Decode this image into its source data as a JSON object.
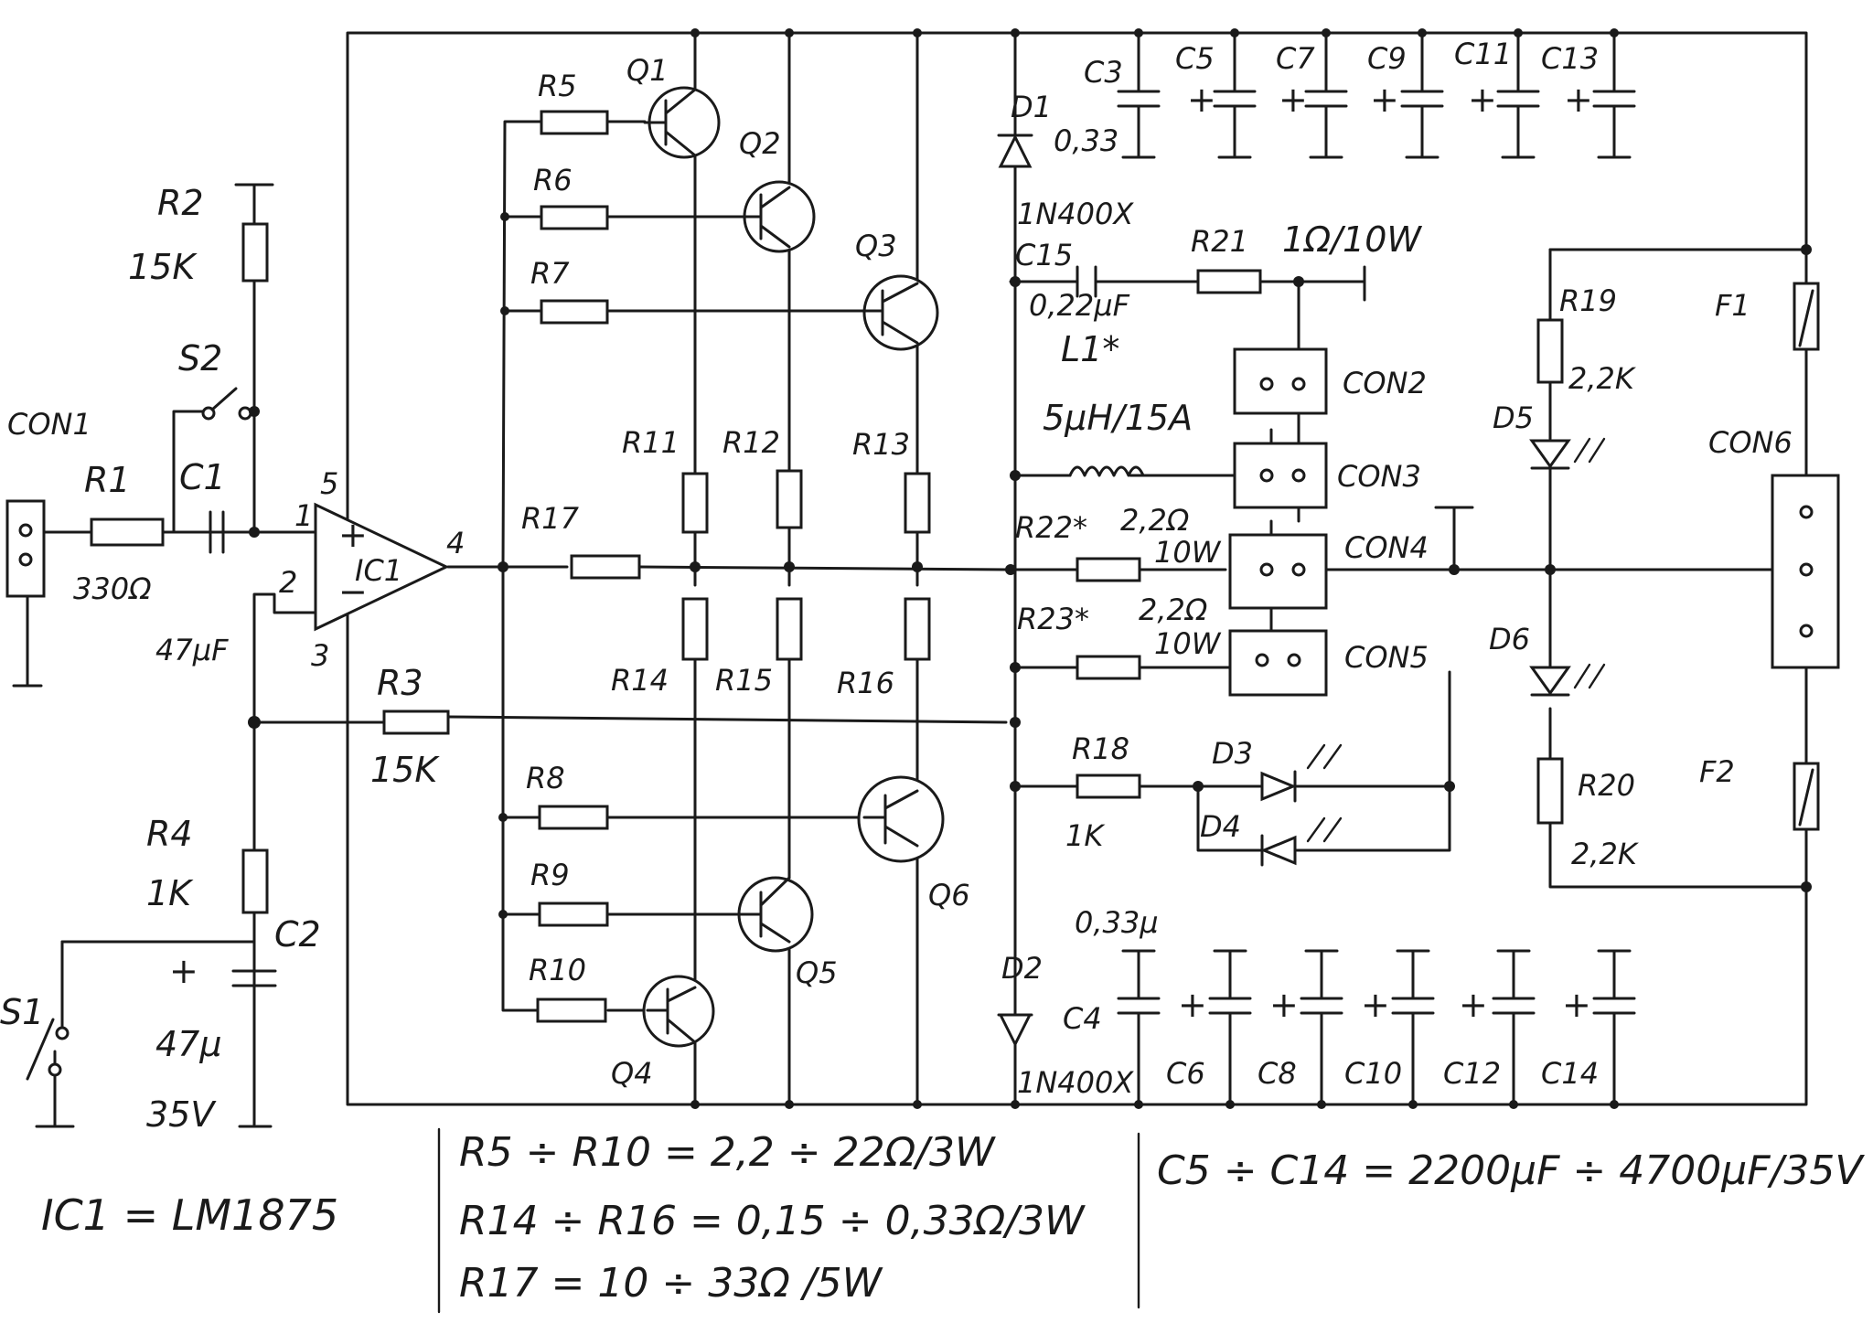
{
  "components": {
    "con1": "CON1",
    "r1": "R1",
    "r1_val": "330Ω",
    "r2": "R2",
    "r2_val": "15K",
    "s2": "S2",
    "c1": "C1",
    "c1_val": "47µF",
    "pin5": "5",
    "pin1": "1",
    "pin2": "2",
    "pin3": "3",
    "pin4": "4",
    "ic1": "IC1",
    "plus": "+",
    "minus": "−",
    "r3": "R3",
    "r3_val": "15K",
    "r4": "R4",
    "r4_val": "1K",
    "c2": "C2",
    "c2_val1": "47µ",
    "c2_val2": "35V",
    "s1": "S1",
    "r5": "R5",
    "r6": "R6",
    "r7": "R7",
    "r8": "R8",
    "r9": "R9",
    "r10": "R10",
    "r11": "R11",
    "r12": "R12",
    "r13": "R13",
    "r14": "R14",
    "r15": "R15",
    "r16": "R16",
    "r17": "R17",
    "q1": "Q1",
    "q2": "Q2",
    "q3": "Q3",
    "q4": "Q4",
    "q5": "Q5",
    "q6": "Q6",
    "d1": "D1",
    "d1_val": "1N400X",
    "d2": "D2",
    "d2_val": "1N400X",
    "c3": "C3",
    "c3_val": "0,33",
    "c4": "C4",
    "c4_val": "0,33µ",
    "c5": "C5",
    "c6": "C6",
    "c7": "C7",
    "c8": "C8",
    "c9": "C9",
    "c10": "C10",
    "c11": "C11",
    "c12": "C12",
    "c13": "C13",
    "c14": "C14",
    "c15": "C15",
    "c15_val": "0,22µF",
    "r21": "R21",
    "r21_val": "1Ω/10W",
    "l1": "L1*",
    "l1_val": "5µH/15A",
    "con2": "CON2",
    "con3": "CON3",
    "con4": "CON4",
    "con5": "CON5",
    "con6": "CON6",
    "r22": "R22*",
    "r22_val": "2,2Ω",
    "r22_w": "10W",
    "r23": "R23*",
    "r23_val": "2,2Ω",
    "r23_w": "10W",
    "r18": "R18",
    "r18_val": "1K",
    "d3": "D3",
    "d4": "D4",
    "r19": "R19",
    "r19_val": "2,2K",
    "r20": "R20",
    "r20_val": "2,2K",
    "d5": "D5",
    "d6": "D6",
    "f1": "F1",
    "f2": "F2"
  },
  "notes": {
    "ic": "IC1 = LM1875",
    "r5_r10": "R5 ÷ R10 = 2,2 ÷ 22Ω/3W",
    "r14_r16": "R14 ÷ R16 = 0,15 ÷ 0,33Ω/3W",
    "r17": "R17 = 10 ÷ 33Ω /5W",
    "c5_c14": "C5 ÷ C14 = 2200µF ÷ 4700µF/35V"
  }
}
